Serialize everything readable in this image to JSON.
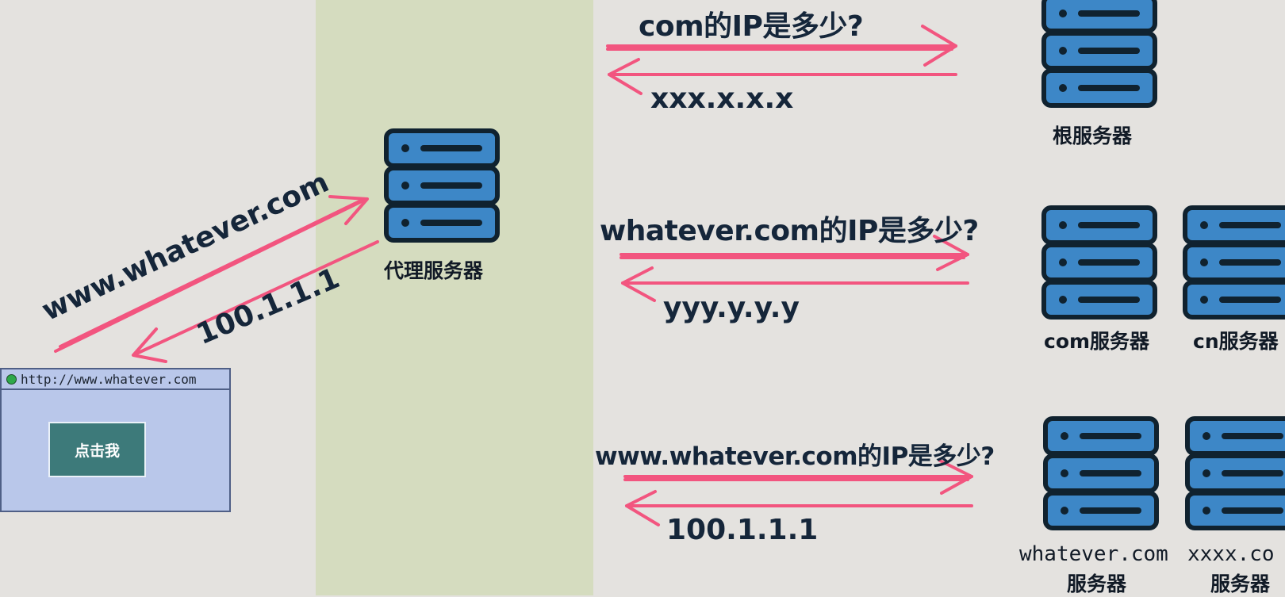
{
  "colors": {
    "background": "#e4e2df",
    "proxy_band": "#d5dcbf",
    "arrow": "#f2557f",
    "server_fill": "#3d87c7",
    "server_outline": "#10222f",
    "browser_body": "#b9c7ea",
    "button": "#3d7a7a"
  },
  "browser": {
    "url": "http://www.whatever.com",
    "button_label": "点击我"
  },
  "client_request": "www.whatever.com",
  "client_response": "100.1.1.1",
  "proxy": {
    "label": "代理服务器",
    "icon": "server-icon"
  },
  "queries": [
    {
      "question": "com的IP是多少?",
      "answer": "xxx.x.x.x"
    },
    {
      "question": "whatever.com的IP是多少?",
      "answer": "yyy.y.y.y"
    },
    {
      "question": "www.whatever.com的IP是多少?",
      "answer": "100.1.1.1"
    }
  ],
  "servers": {
    "root": "根服务器",
    "com": "com服务器",
    "cn": "cn服务器",
    "whatever_line1": "whatever.com",
    "whatever_line2": "服务器",
    "xxxx_line1": "xxxx.co",
    "xxxx_line2": "服务器"
  }
}
